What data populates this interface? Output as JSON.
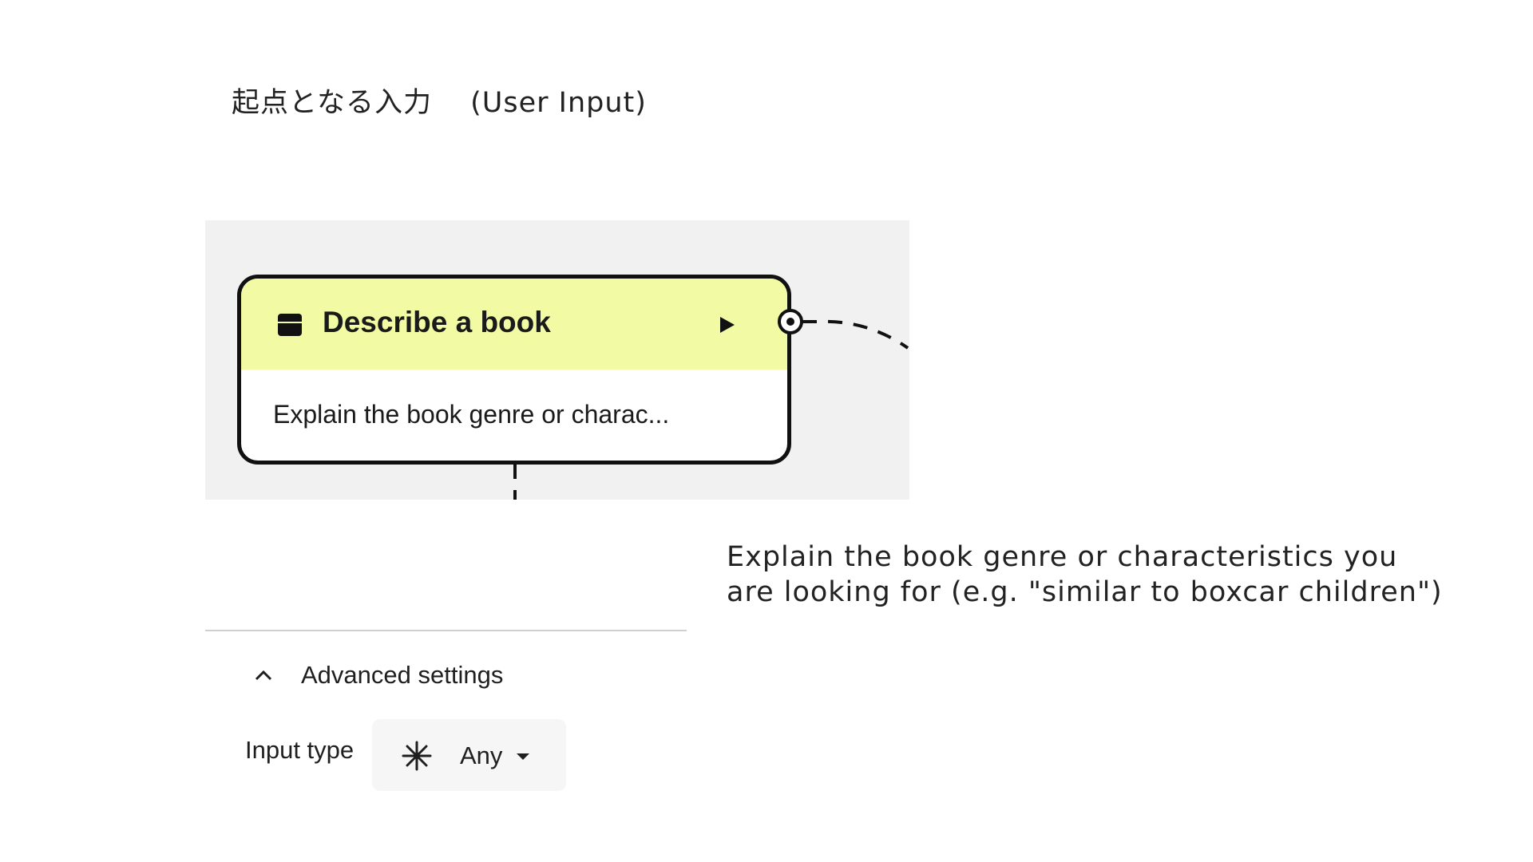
{
  "title": "起点となる入力　 (User Input)",
  "node": {
    "icon": "input-node-icon",
    "title": "Describe a book",
    "description": "Explain the book genre or charac...",
    "run_icon": "play-icon",
    "header_color": "#f2fba4"
  },
  "description": "Explain the book genre or characteristics you are looking for (e.g. \"similar to boxcar children\")",
  "advanced_settings": {
    "label": "Advanced settings",
    "icon": "chevron-up-icon",
    "input_type_label": "Input type",
    "input_type_value": "Any",
    "input_type_icon": "asterisk-icon"
  }
}
